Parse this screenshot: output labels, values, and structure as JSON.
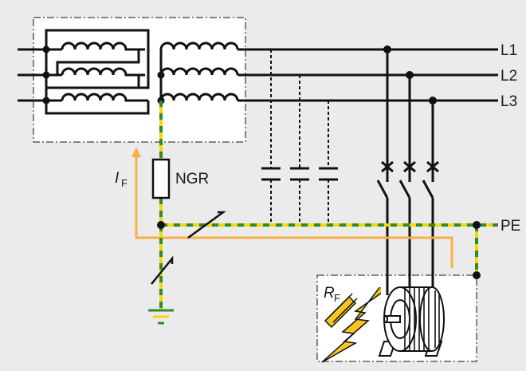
{
  "labels": {
    "l1": "L1",
    "l2": "L2",
    "l3": "L3",
    "pe": "PE",
    "ngr": "NGR",
    "if_main": "I",
    "if_sub": "F",
    "rf_main": "R",
    "rf_sub": "F"
  },
  "colors": {
    "background": "#ebebeb",
    "panel": "#ffffff",
    "line": "#111111",
    "earth_yellow": "#f5d800",
    "earth_green": "#2e8b2e",
    "fault_current": "#f7b04a",
    "fault_bolt": "#f7c520"
  },
  "icons": {
    "motor": "motor-icon",
    "lightning": "lightning-icon",
    "ground": "ground-icon"
  }
}
